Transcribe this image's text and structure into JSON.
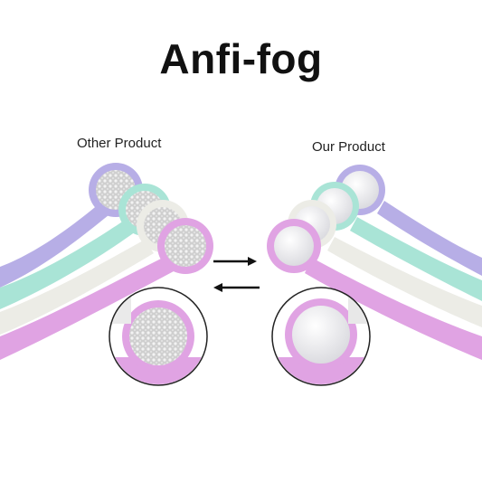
{
  "title": "Anfi-fog",
  "labels": {
    "left": "Other Product",
    "right": "Our Product"
  },
  "colors": {
    "purple": "#b7aee6",
    "mint": "#a9e4d6",
    "cream": "#ecece6",
    "pink": "#e0a3e3",
    "mirror_fog": "#d7d7d7",
    "mirror_clear": "#f4f4f6"
  }
}
